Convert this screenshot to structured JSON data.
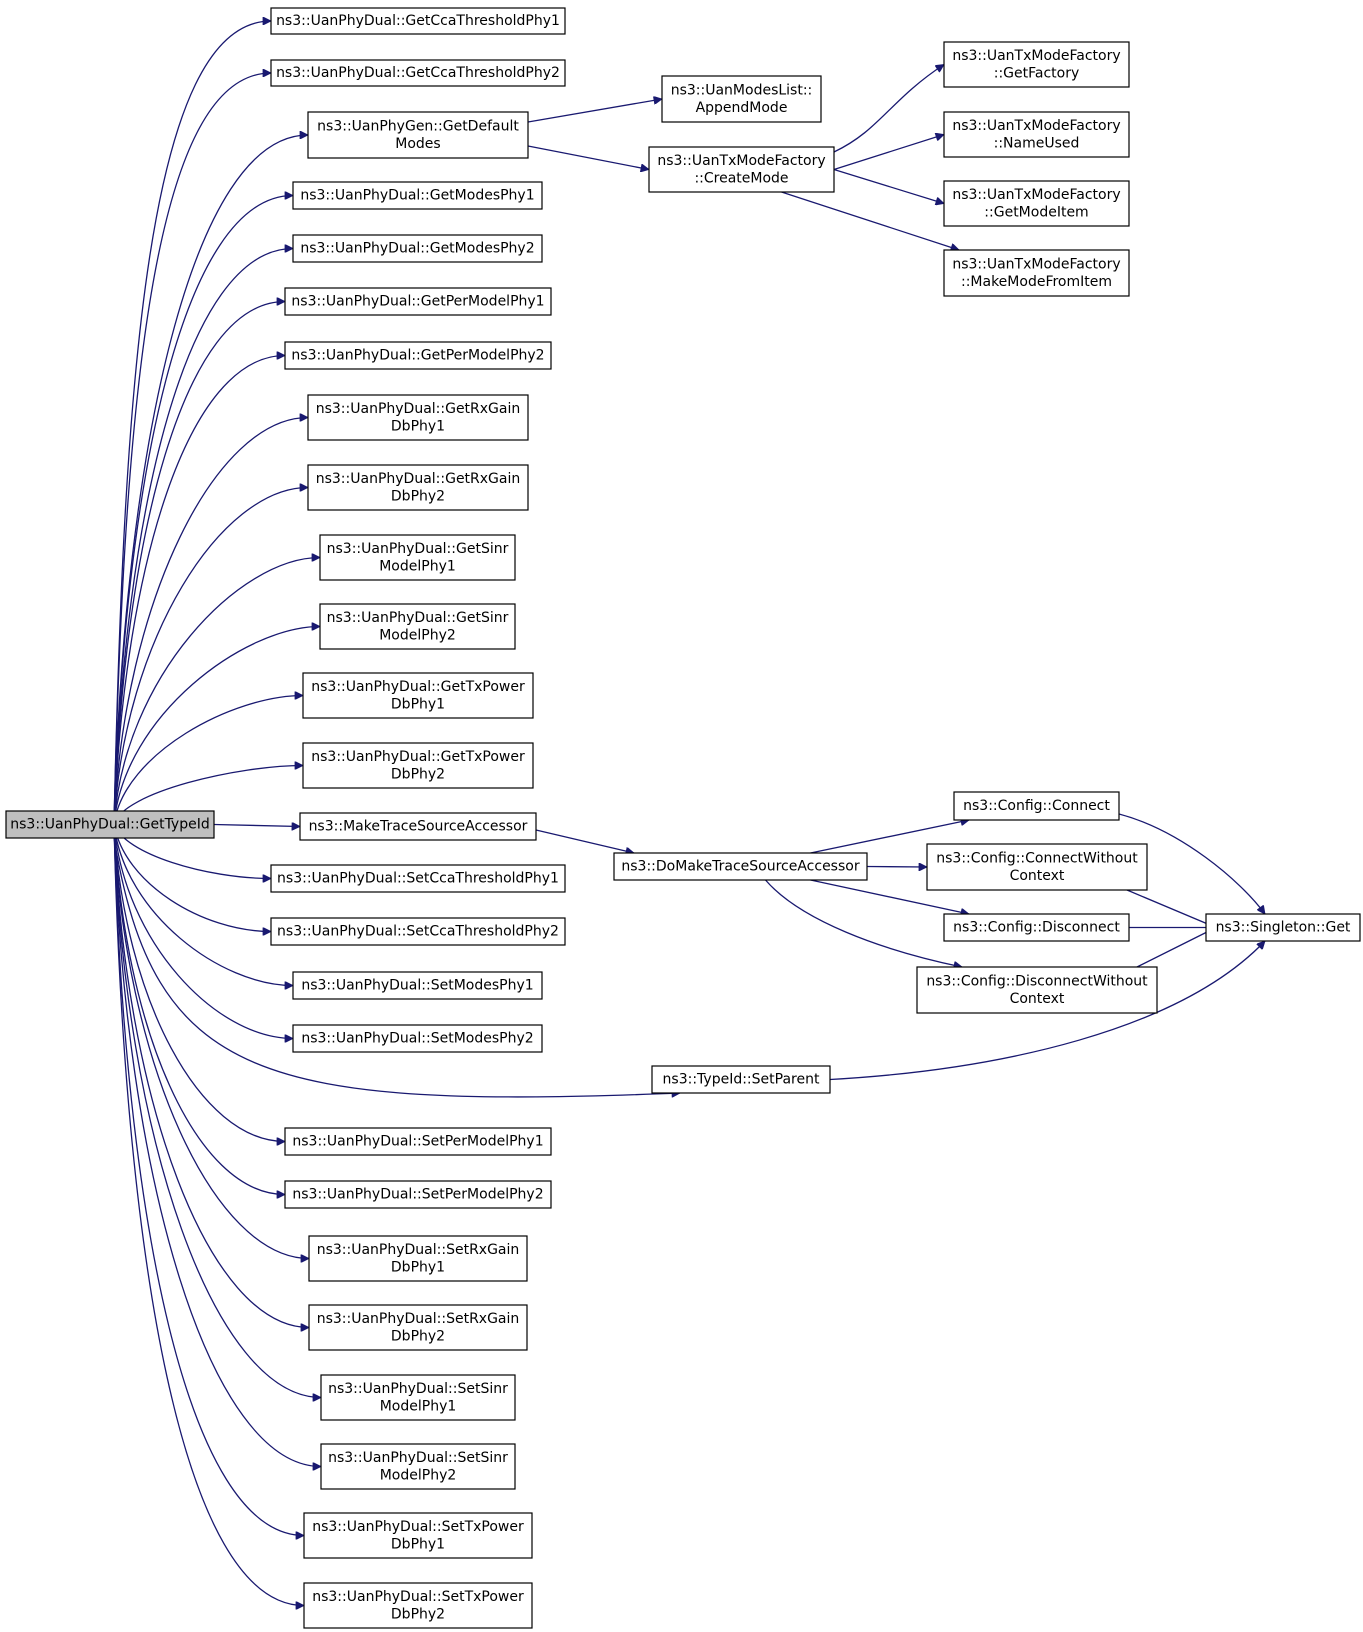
{
  "colors": {
    "edge": "#191970",
    "node_fill": "#ffffff",
    "root_fill": "#bfbfbf",
    "node_border": "#000000"
  },
  "nodes": [
    {
      "id": "root",
      "lines": [
        "ns3::UanPhyDual::GetTypeId"
      ]
    },
    {
      "id": "n1",
      "lines": [
        "ns3::UanPhyDual::GetCcaThresholdPhy1"
      ]
    },
    {
      "id": "n2",
      "lines": [
        "ns3::UanPhyDual::GetCcaThresholdPhy2"
      ]
    },
    {
      "id": "n3",
      "lines": [
        "ns3::UanPhyGen::GetDefault",
        "Modes"
      ]
    },
    {
      "id": "n4",
      "lines": [
        "ns3::UanPhyDual::GetModesPhy1"
      ]
    },
    {
      "id": "n5",
      "lines": [
        "ns3::UanPhyDual::GetModesPhy2"
      ]
    },
    {
      "id": "n6",
      "lines": [
        "ns3::UanPhyDual::GetPerModelPhy1"
      ]
    },
    {
      "id": "n7",
      "lines": [
        "ns3::UanPhyDual::GetPerModelPhy2"
      ]
    },
    {
      "id": "n8",
      "lines": [
        "ns3::UanPhyDual::GetRxGain",
        "DbPhy1"
      ]
    },
    {
      "id": "n9",
      "lines": [
        "ns3::UanPhyDual::GetRxGain",
        "DbPhy2"
      ]
    },
    {
      "id": "n10",
      "lines": [
        "ns3::UanPhyDual::GetSinr",
        "ModelPhy1"
      ]
    },
    {
      "id": "n11",
      "lines": [
        "ns3::UanPhyDual::GetSinr",
        "ModelPhy2"
      ]
    },
    {
      "id": "n12",
      "lines": [
        "ns3::UanPhyDual::GetTxPower",
        "DbPhy1"
      ]
    },
    {
      "id": "n13",
      "lines": [
        "ns3::UanPhyDual::GetTxPower",
        "DbPhy2"
      ]
    },
    {
      "id": "n14",
      "lines": [
        "ns3::MakeTraceSourceAccessor"
      ]
    },
    {
      "id": "n15",
      "lines": [
        "ns3::UanPhyDual::SetCcaThresholdPhy1"
      ]
    },
    {
      "id": "n16",
      "lines": [
        "ns3::UanPhyDual::SetCcaThresholdPhy2"
      ]
    },
    {
      "id": "n17",
      "lines": [
        "ns3::UanPhyDual::SetModesPhy1"
      ]
    },
    {
      "id": "n18",
      "lines": [
        "ns3::UanPhyDual::SetModesPhy2"
      ]
    },
    {
      "id": "n19",
      "lines": [
        "ns3::UanPhyDual::SetPerModelPhy1"
      ]
    },
    {
      "id": "n20",
      "lines": [
        "ns3::UanPhyDual::SetPerModelPhy2"
      ]
    },
    {
      "id": "n21",
      "lines": [
        "ns3::UanPhyDual::SetRxGain",
        "DbPhy1"
      ]
    },
    {
      "id": "n22",
      "lines": [
        "ns3::UanPhyDual::SetRxGain",
        "DbPhy2"
      ]
    },
    {
      "id": "n23",
      "lines": [
        "ns3::UanPhyDual::SetSinr",
        "ModelPhy1"
      ]
    },
    {
      "id": "n24",
      "lines": [
        "ns3::UanPhyDual::SetSinr",
        "ModelPhy2"
      ]
    },
    {
      "id": "n25",
      "lines": [
        "ns3::UanPhyDual::SetTxPower",
        "DbPhy1"
      ]
    },
    {
      "id": "n26",
      "lines": [
        "ns3::UanPhyDual::SetTxPower",
        "DbPhy2"
      ]
    },
    {
      "id": "m1",
      "lines": [
        "ns3::UanModesList::",
        "AppendMode"
      ]
    },
    {
      "id": "m2",
      "lines": [
        "ns3::UanTxModeFactory",
        "::CreateMode"
      ]
    },
    {
      "id": "m3",
      "lines": [
        "ns3::DoMakeTraceSourceAccessor"
      ]
    },
    {
      "id": "m4",
      "lines": [
        "ns3::TypeId::SetParent"
      ]
    },
    {
      "id": "f1",
      "lines": [
        "ns3::UanTxModeFactory",
        "::GetFactory"
      ]
    },
    {
      "id": "f2",
      "lines": [
        "ns3::UanTxModeFactory",
        "::NameUsed"
      ]
    },
    {
      "id": "f3",
      "lines": [
        "ns3::UanTxModeFactory",
        "::GetModeItem"
      ]
    },
    {
      "id": "f4",
      "lines": [
        "ns3::UanTxModeFactory",
        "::MakeModeFromItem"
      ]
    },
    {
      "id": "c1",
      "lines": [
        "ns3::Config::Connect"
      ]
    },
    {
      "id": "c2",
      "lines": [
        "ns3::Config::ConnectWithout",
        "Context"
      ]
    },
    {
      "id": "c3",
      "lines": [
        "ns3::Config::Disconnect"
      ]
    },
    {
      "id": "c4",
      "lines": [
        "ns3::Config::DisconnectWithout",
        "Context"
      ]
    },
    {
      "id": "s1",
      "lines": [
        "ns3::Singleton::Get"
      ]
    }
  ],
  "edges": [
    [
      "root",
      "n1"
    ],
    [
      "root",
      "n2"
    ],
    [
      "root",
      "n3"
    ],
    [
      "root",
      "n4"
    ],
    [
      "root",
      "n5"
    ],
    [
      "root",
      "n6"
    ],
    [
      "root",
      "n7"
    ],
    [
      "root",
      "n8"
    ],
    [
      "root",
      "n9"
    ],
    [
      "root",
      "n10"
    ],
    [
      "root",
      "n11"
    ],
    [
      "root",
      "n12"
    ],
    [
      "root",
      "n13"
    ],
    [
      "root",
      "n14"
    ],
    [
      "root",
      "n15"
    ],
    [
      "root",
      "n16"
    ],
    [
      "root",
      "n17"
    ],
    [
      "root",
      "n18"
    ],
    [
      "root",
      "m4"
    ],
    [
      "root",
      "n19"
    ],
    [
      "root",
      "n20"
    ],
    [
      "root",
      "n21"
    ],
    [
      "root",
      "n22"
    ],
    [
      "root",
      "n23"
    ],
    [
      "root",
      "n24"
    ],
    [
      "root",
      "n25"
    ],
    [
      "root",
      "n26"
    ],
    [
      "n3",
      "m1"
    ],
    [
      "n3",
      "m2"
    ],
    [
      "m2",
      "f1"
    ],
    [
      "m2",
      "f2"
    ],
    [
      "m2",
      "f3"
    ],
    [
      "m2",
      "f4"
    ],
    [
      "n14",
      "m3"
    ],
    [
      "m3",
      "c1"
    ],
    [
      "m3",
      "c2"
    ],
    [
      "m3",
      "c3"
    ],
    [
      "m3",
      "c4"
    ],
    [
      "c1",
      "s1"
    ],
    [
      "c2",
      "s1"
    ],
    [
      "c3",
      "s1"
    ],
    [
      "c4",
      "s1"
    ],
    [
      "m4",
      "s1"
    ]
  ]
}
